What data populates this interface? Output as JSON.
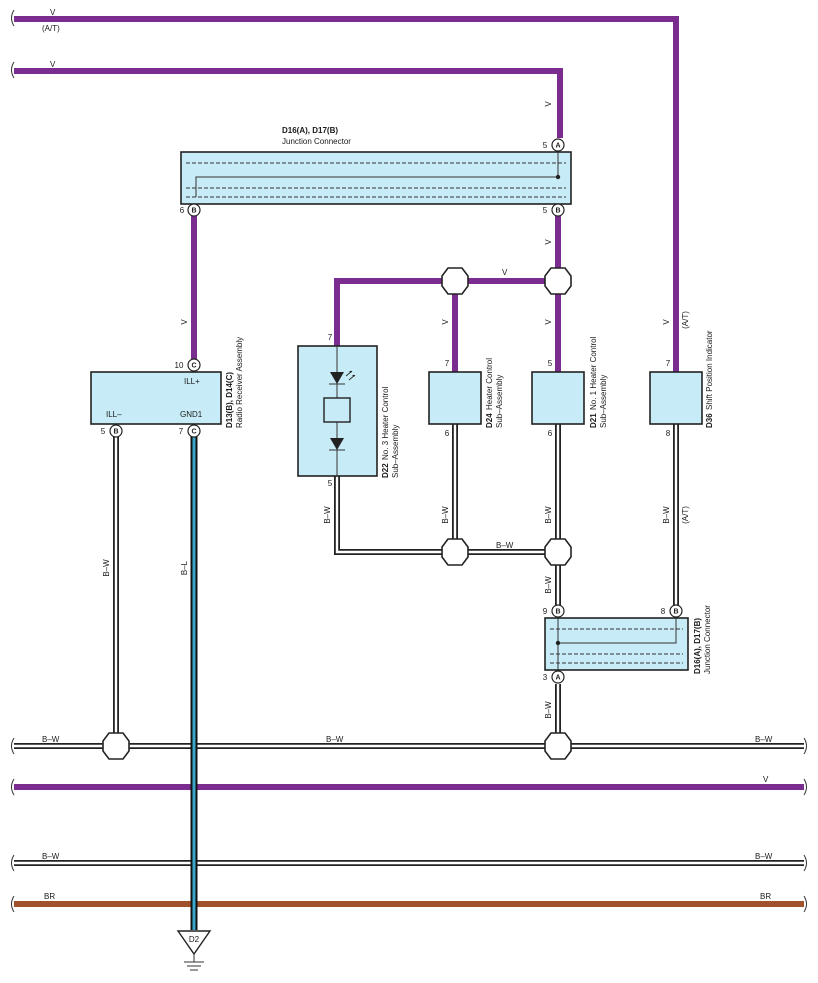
{
  "wire_labels": {
    "v": "V",
    "at": "(A/T)",
    "bw": "B–W",
    "bl": "B–L",
    "br": "BR"
  },
  "junction_top": {
    "line1": "D16(A), D17(B)",
    "line2": "Junction Connector",
    "pin_a": "5",
    "pin_b_left": "6",
    "pin_b_right": "5",
    "conn_a": "A",
    "conn_b": "B"
  },
  "junction_bottom": {
    "line1": "D16(A), D17(B)",
    "line2": "Junction Connector",
    "pin_9": "9",
    "pin_8": "8",
    "pin_3": "3",
    "conn_a": "A",
    "conn_b": "B"
  },
  "radio": {
    "line1": "D13(B), D14(C)",
    "line2": "Radio Receiver Assembly",
    "ill_plus": "ILL+",
    "ill_minus": "ILL–",
    "gnd": "GND1",
    "pin_10": "10",
    "pin_5": "5",
    "pin_7": "7",
    "conn_c": "C",
    "conn_b": "B"
  },
  "d22": {
    "id": "D22",
    "name": "No. 3 Heater Control",
    "name2": "Sub–Assembly",
    "pin_top": "7",
    "pin_bot": "5"
  },
  "d24": {
    "id": "D24",
    "name": "Heater Control",
    "name2": "Sub–Assembly",
    "pin_top": "7",
    "pin_bot": "6"
  },
  "d21": {
    "id": "D21",
    "name": "No. 1 Heater Control",
    "name2": "Sub–Assembly",
    "pin_top": "5",
    "pin_bot": "6"
  },
  "d36": {
    "id": "D36",
    "name": "Shift Position Indicator",
    "pin_top": "7",
    "pin_bot": "8"
  },
  "ground": {
    "id": "D2"
  },
  "colors": {
    "violet": "#7a2c8f",
    "brown": "#a0522d",
    "component_fill": "#c8ecf7",
    "blue_stripe": "#3aa6c9"
  }
}
